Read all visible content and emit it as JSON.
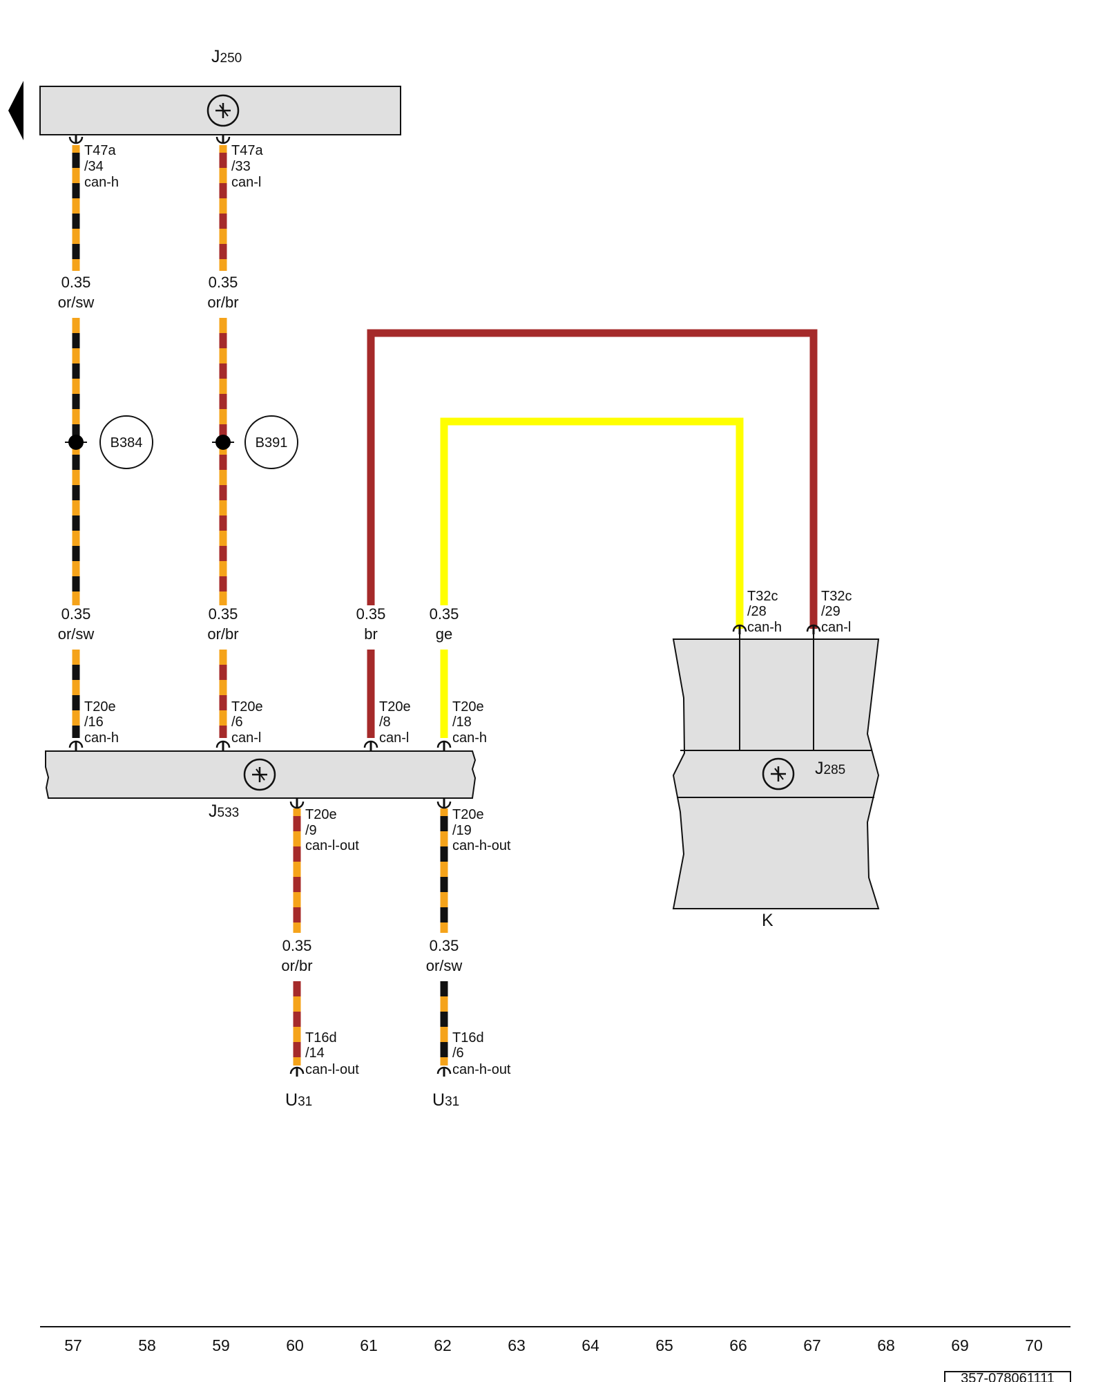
{
  "components": {
    "j250": {
      "letter": "J",
      "number": "250"
    },
    "j533": {
      "letter": "J",
      "number": "533"
    },
    "j285": {
      "letter": "J",
      "number": "285"
    },
    "k": {
      "label": "K"
    },
    "u31_a": {
      "letter": "U",
      "number": "31"
    },
    "u31_b": {
      "letter": "U",
      "number": "31"
    }
  },
  "splices": {
    "b384": "B384",
    "b391": "B391"
  },
  "connectors": {
    "j250_34": {
      "plug": "T47a",
      "pin": "/34",
      "signal": "can-h"
    },
    "j250_33": {
      "plug": "T47a",
      "pin": "/33",
      "signal": "can-l"
    },
    "j533_16": {
      "plug": "T20e",
      "pin": "/16",
      "signal": "can-h"
    },
    "j533_6": {
      "plug": "T20e",
      "pin": "/6",
      "signal": "can-l"
    },
    "j533_8": {
      "plug": "T20e",
      "pin": "/8",
      "signal": "can-l"
    },
    "j533_18": {
      "plug": "T20e",
      "pin": "/18",
      "signal": "can-h"
    },
    "j533_9": {
      "plug": "T20e",
      "pin": "/9",
      "signal": "can-l-out"
    },
    "j533_19": {
      "plug": "T20e",
      "pin": "/19",
      "signal": "can-h-out"
    },
    "u31_14": {
      "plug": "T16d",
      "pin": "/14",
      "signal": "can-l-out"
    },
    "u31_6": {
      "plug": "T16d",
      "pin": "/6",
      "signal": "can-h-out"
    },
    "j285_28": {
      "plug": "T32c",
      "pin": "/28",
      "signal": "can-h"
    },
    "j285_29": {
      "plug": "T32c",
      "pin": "/29",
      "signal": "can-l"
    }
  },
  "wires": {
    "w1_top": {
      "size": "0.35",
      "color": "or/sw"
    },
    "w2_top": {
      "size": "0.35",
      "color": "or/br"
    },
    "w1_bot": {
      "size": "0.35",
      "color": "or/sw"
    },
    "w2_bot": {
      "size": "0.35",
      "color": "or/br"
    },
    "w3": {
      "size": "0.35",
      "color": "br"
    },
    "w4": {
      "size": "0.35",
      "color": "ge"
    },
    "w5": {
      "size": "0.35",
      "color": "or/br"
    },
    "w6": {
      "size": "0.35",
      "color": "or/sw"
    }
  },
  "ruler": [
    "57",
    "58",
    "59",
    "60",
    "61",
    "62",
    "63",
    "64",
    "65",
    "66",
    "67",
    "68",
    "69",
    "70"
  ],
  "doc_number": "357-078061111",
  "colors": {
    "orange": "#f5a31a",
    "black": "#111111",
    "brown": "#a52a2a",
    "yellow": "#ffff00",
    "component_fill": "#e0e0e0"
  }
}
